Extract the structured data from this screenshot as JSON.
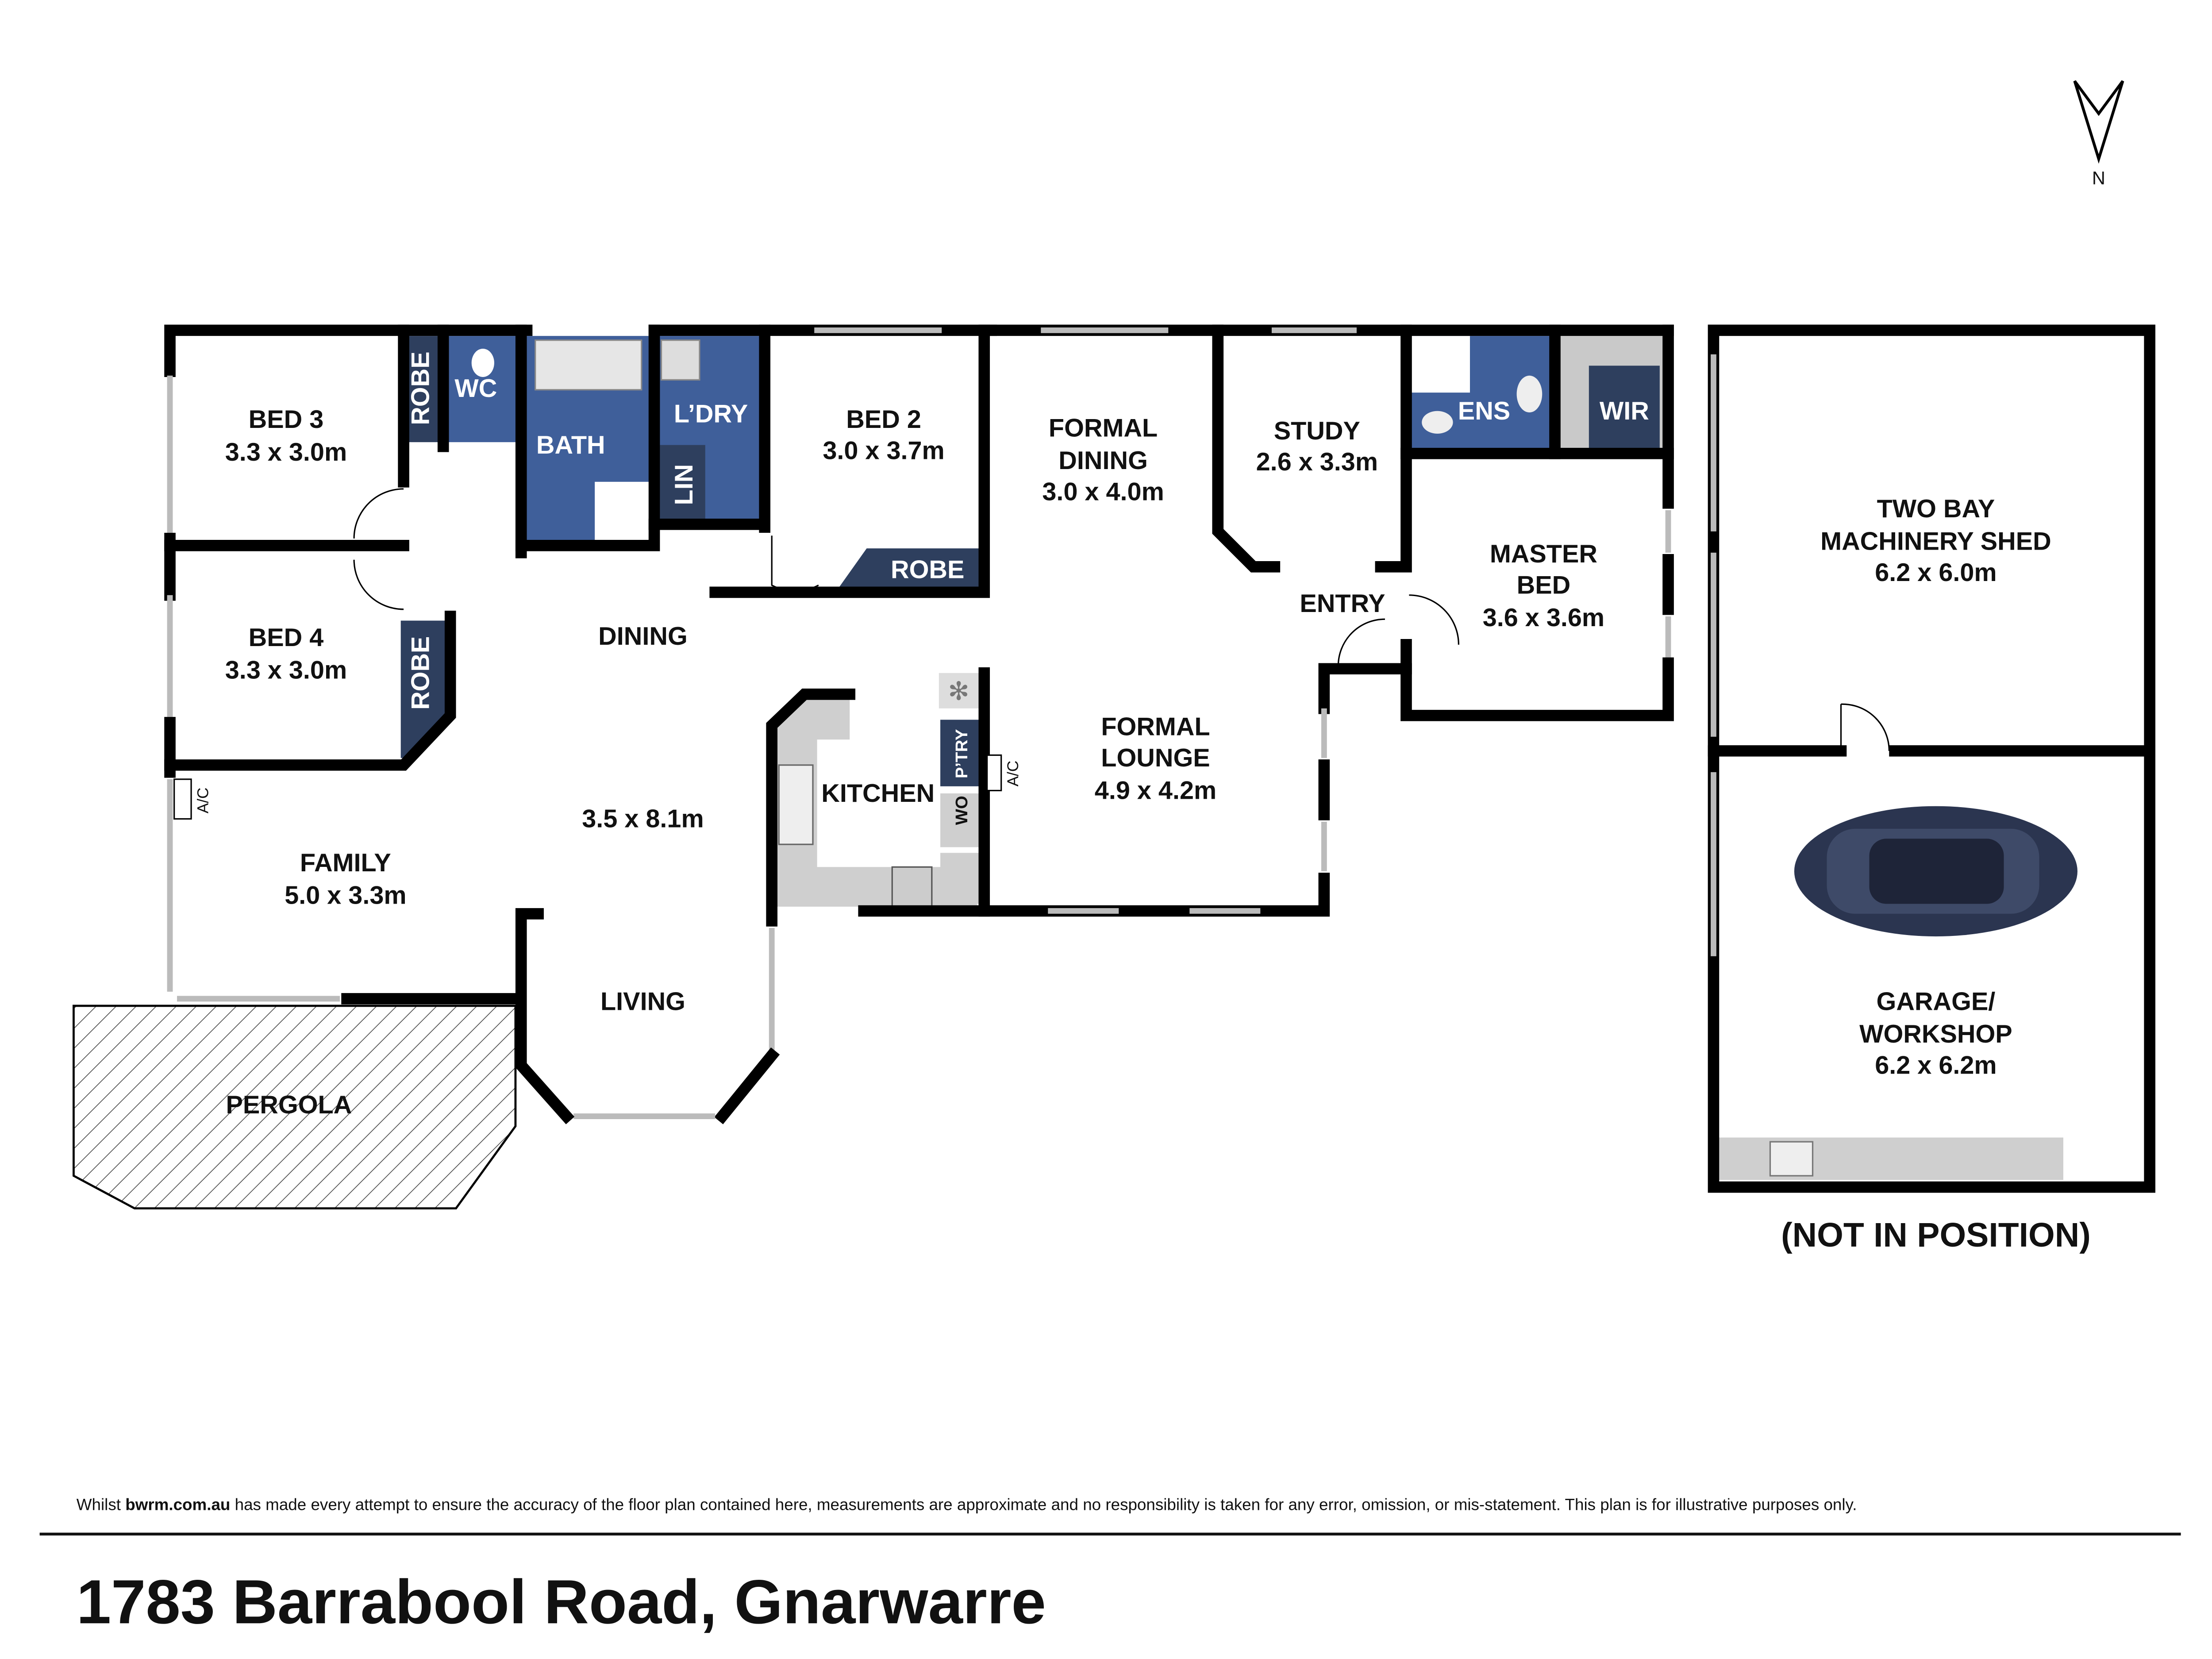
{
  "compass": {
    "label": "N"
  },
  "rooms": {
    "bed3": {
      "name": "BED 3",
      "dim": "3.3 x 3.0m"
    },
    "bed4": {
      "name": "BED 4",
      "dim": "3.3 x 3.0m"
    },
    "robe1": {
      "name": "ROBE"
    },
    "robe2": {
      "name": "ROBE"
    },
    "robe3": {
      "name": "ROBE"
    },
    "wc": {
      "name": "WC"
    },
    "bath": {
      "name": "BATH"
    },
    "laundry": {
      "name": "L’DRY"
    },
    "lin": {
      "name": "LIN"
    },
    "bed2": {
      "name": "BED 2",
      "dim": "3.0 x 3.7m"
    },
    "formal_dining": {
      "name1": "FORMAL",
      "name2": "DINING",
      "dim": "3.0 x 4.0m"
    },
    "study": {
      "name": "STUDY",
      "dim": "2.6 x 3.3m"
    },
    "ens": {
      "name": "ENS"
    },
    "wir": {
      "name": "WIR"
    },
    "master": {
      "name1": "MASTER",
      "name2": "BED",
      "dim": "3.6 x 3.6m"
    },
    "entry": {
      "name": "ENTRY"
    },
    "dining": {
      "name": "DINING",
      "dim": "3.5 x 8.1m"
    },
    "living": {
      "name": "LIVING"
    },
    "kitchen": {
      "name": "KITCHEN"
    },
    "pantry": {
      "name": "P’TRY"
    },
    "wo": {
      "name": "WO"
    },
    "formal_lounge": {
      "name1": "FORMAL",
      "name2": "LOUNGE",
      "dim": "4.9 x 4.2m"
    },
    "family": {
      "name": "FAMILY",
      "dim": "5.0 x 3.3m"
    },
    "pergola": {
      "name": "PERGOLA"
    },
    "shed": {
      "name1": "TWO BAY",
      "name2": "MACHINERY SHED",
      "dim": "6.2 x 6.0m"
    },
    "garage": {
      "name1": "GARAGE/",
      "name2": "WORKSHOP",
      "dim": "6.2 x 6.2m"
    }
  },
  "ac_labels": [
    "A/C",
    "A/C"
  ],
  "not_in_position": "(NOT IN POSITION)",
  "disclaimer": {
    "prefix": "Whilst ",
    "brand": "bwrm.com.au",
    "text": " has made every attempt to ensure the accuracy of the floor plan contained here, measurements are approximate and no responsibility is taken for any error, omission, or mis-statement. This plan is for illustrative purposes only."
  },
  "address": "1783 Barrabool Road, Gnarwarre",
  "colors": {
    "wet": "#3f5f9a",
    "robe": "#2e3f5e",
    "bench": "#cfcfcf"
  }
}
